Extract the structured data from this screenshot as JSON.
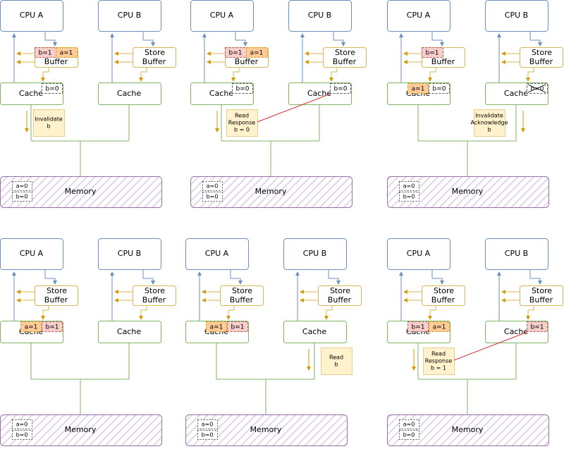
{
  "labels": {
    "cpu_a": "CPU A",
    "cpu_b": "CPU B",
    "store_buffer_line1": "Store",
    "store_buffer_line2": "Buffer",
    "cache": "Cache",
    "memory": "Memory"
  },
  "colors": {
    "cpu_stroke": "#6c8ebf",
    "buffer_stroke": "#d6b656",
    "cache_stroke": "#82b366",
    "memory_stroke": "#9673a6",
    "memory_hatch": "#e1d5e7",
    "slot_pink": "#f8cecc",
    "slot_orange": "#ffcc99",
    "message_fill": "#fff2cc",
    "response_line": "#cc3333",
    "arrow_yellow": "#d79b00"
  },
  "panels": [
    {
      "id": "p1",
      "cpu_a_label": "CPU A",
      "cpu_b_label": "CPU B",
      "buffer_a": {
        "line1": "",
        "line2": "Buffer",
        "slots": [
          {
            "text": "b=1",
            "fill": "pink"
          },
          {
            "text": "a=1",
            "fill": "orange"
          }
        ]
      },
      "buffer_b": {
        "line1": "Store",
        "line2": "Buffer",
        "slots": []
      },
      "cache_a": {
        "label": "Cache",
        "slots": [
          {
            "text": "b=0",
            "fill": "white"
          }
        ]
      },
      "cache_b": {
        "label": "Cache",
        "slots": []
      },
      "message": {
        "side": "a",
        "text": [
          "Invalidate",
          "b"
        ]
      },
      "memory": {
        "label": "Memory",
        "values": [
          "a=0",
          "b=0"
        ]
      }
    },
    {
      "id": "p2",
      "cpu_a_label": "CPU A",
      "cpu_b_label": "CPU B",
      "buffer_a": {
        "line1": "",
        "line2": "Buffer",
        "slots": [
          {
            "text": "b=1",
            "fill": "pink"
          },
          {
            "text": "a=1",
            "fill": "orange"
          }
        ]
      },
      "buffer_b": {
        "line1": "Store",
        "line2": "Buffer",
        "slots": []
      },
      "cache_a": {
        "label": "Cache",
        "slots": [
          {
            "text": "b=0",
            "fill": "white"
          }
        ]
      },
      "cache_b": {
        "label": "Cache",
        "slots": [
          {
            "text": "b=0",
            "fill": "white"
          }
        ]
      },
      "message": {
        "side": "a",
        "text": [
          "Read",
          "Response",
          "b = 0"
        ],
        "line_to": "cache_b"
      },
      "memory": {
        "label": "Memory",
        "values": [
          "a=0",
          "b=0"
        ]
      }
    },
    {
      "id": "p3",
      "cpu_a_label": "CPU A",
      "cpu_b_label": "CPU B",
      "buffer_a": {
        "line1": "",
        "line2": "Buffer",
        "slots": [
          {
            "text": "b=1",
            "fill": "pink"
          }
        ]
      },
      "buffer_b": {
        "line1": "Store",
        "line2": "Buffer",
        "slots": []
      },
      "cache_a": {
        "label": "Cache",
        "slots": [
          {
            "text": "a=1",
            "fill": "orange"
          },
          {
            "text": "b=0",
            "fill": "white"
          }
        ]
      },
      "cache_b": {
        "label": "Cache",
        "slots": [
          {
            "text": "b=0",
            "fill": "crossed"
          }
        ]
      },
      "message": {
        "side": "b",
        "text": [
          "Invalidate",
          "Acknowledge",
          "b"
        ]
      },
      "memory": {
        "label": "Memory",
        "values": [
          "a=0",
          "b=0"
        ]
      }
    },
    {
      "id": "p4",
      "cpu_a_label": "CPU A",
      "cpu_b_label": "CPU B",
      "buffer_a": {
        "line1": "Store",
        "line2": "Buffer",
        "slots": []
      },
      "buffer_b": {
        "line1": "Store",
        "line2": "Buffer",
        "slots": []
      },
      "cache_a": {
        "label": "Cache",
        "slots": [
          {
            "text": "a=1",
            "fill": "orange"
          },
          {
            "text": "b=1",
            "fill": "pink"
          }
        ]
      },
      "cache_b": {
        "label": "Cache",
        "slots": []
      },
      "message": null,
      "memory": {
        "label": "Memory",
        "values": [
          "a=0",
          "b=0"
        ]
      }
    },
    {
      "id": "p5",
      "cpu_a_label": "CPU A",
      "cpu_b_label": "CPU B",
      "buffer_a": {
        "line1": "Store",
        "line2": "Buffer",
        "slots": []
      },
      "buffer_b": {
        "line1": "Store",
        "line2": "Buffer",
        "slots": []
      },
      "cache_a": {
        "label": "Cache",
        "slots": [
          {
            "text": "a=1",
            "fill": "orange"
          },
          {
            "text": "b=1",
            "fill": "pink"
          }
        ]
      },
      "cache_b": {
        "label": "Cache",
        "slots": []
      },
      "message": {
        "side": "b",
        "text": [
          "Read",
          "b"
        ]
      },
      "memory": {
        "label": "Memory",
        "values": [
          "a=0",
          "b=0"
        ]
      }
    },
    {
      "id": "p6",
      "cpu_a_label": "CPU A",
      "cpu_b_label": "CPU B",
      "buffer_a": {
        "line1": "Store",
        "line2": "Buffer",
        "slots": []
      },
      "buffer_b": {
        "line1": "Store",
        "line2": "Buffer",
        "slots": []
      },
      "cache_a": {
        "label": "Cache",
        "slots": [
          {
            "text": "b=1",
            "fill": "pink"
          },
          {
            "text": "a=1",
            "fill": "orange"
          }
        ]
      },
      "cache_b": {
        "label": "Cache",
        "slots": [
          {
            "text": "b=1",
            "fill": "pink"
          }
        ]
      },
      "message": {
        "side": "a",
        "text": [
          "Read",
          "Response",
          "b = 1"
        ],
        "line_to": "cache_b"
      },
      "memory": {
        "label": "Memory",
        "values": [
          "a=0",
          "b=0"
        ]
      }
    }
  ]
}
